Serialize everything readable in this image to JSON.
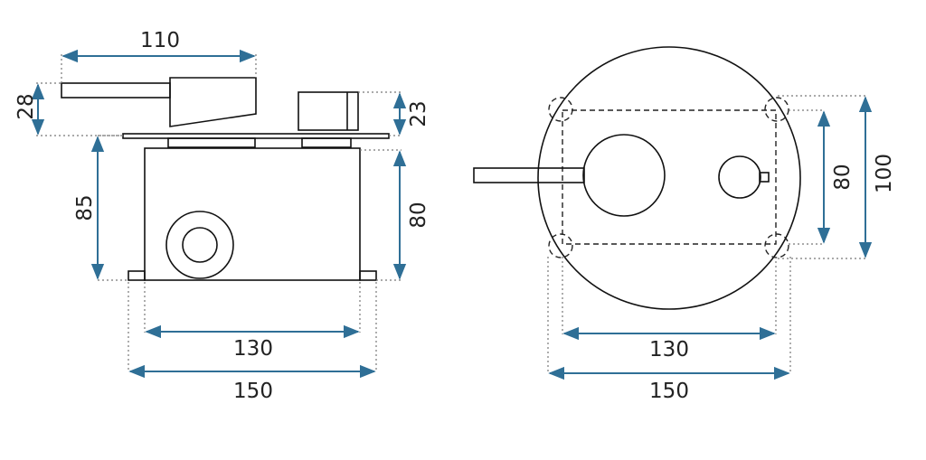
{
  "colors": {
    "dimension_line": "#2f6f96",
    "outline": "#111111",
    "extension_line": "#777777",
    "text": "#222222"
  },
  "side_view": {
    "dim_top_width": "110",
    "dim_handle_height": "28",
    "dim_body_height": "85",
    "dim_knob_height": "23",
    "dim_box_height": "80",
    "dim_inner_width": "130",
    "dim_outer_width": "150"
  },
  "front_view": {
    "dim_plate_inner_height": "80",
    "dim_plate_outer_height": "100",
    "dim_inner_width": "130",
    "dim_outer_width": "150"
  }
}
